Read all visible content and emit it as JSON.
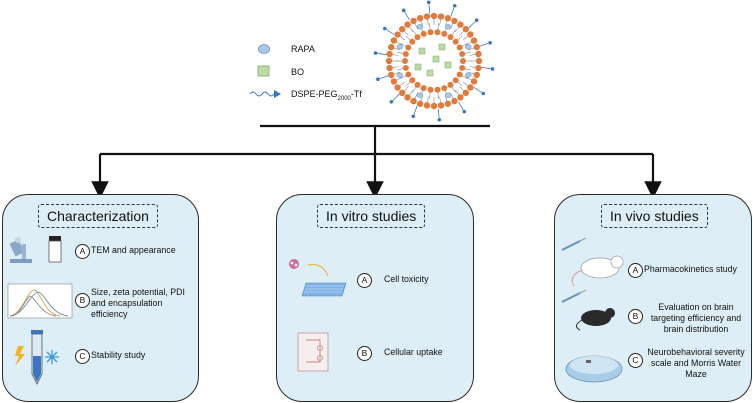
{
  "legend": {
    "rapa": "RAPA",
    "bo": "BO",
    "peg_prefix": "DSPE-PEG",
    "peg_sub": "2000",
    "peg_suffix": "-Tf"
  },
  "characterization": {
    "title": "Characterization",
    "items": [
      {
        "marker": "A",
        "text": "TEM and appearance"
      },
      {
        "marker": "B",
        "text": "Size, zeta potential, PDI and encapsulation efficiency"
      },
      {
        "marker": "C",
        "text": "Stability study"
      }
    ]
  },
  "invitro": {
    "title": "In vitro studies",
    "items": [
      {
        "marker": "A",
        "text": "Cell toxicity"
      },
      {
        "marker": "B",
        "text": "Cellular uptake"
      }
    ]
  },
  "invivo": {
    "title": "In vivo studies",
    "items": [
      {
        "marker": "A",
        "text": "Pharmacokinetics study"
      },
      {
        "marker": "B",
        "text": "Evaluation on brain targeting efficiency and brain distribution"
      },
      {
        "marker": "C",
        "text": "Neurobehavioral severity scale and Morris Water Maze"
      }
    ]
  },
  "colors": {
    "box_fill": "#ddeef6",
    "lipid_head": "#e07b3c",
    "rapa": "#a9c7e6",
    "bo": "#bcdca6",
    "peg_arrow": "#3a76c4"
  }
}
